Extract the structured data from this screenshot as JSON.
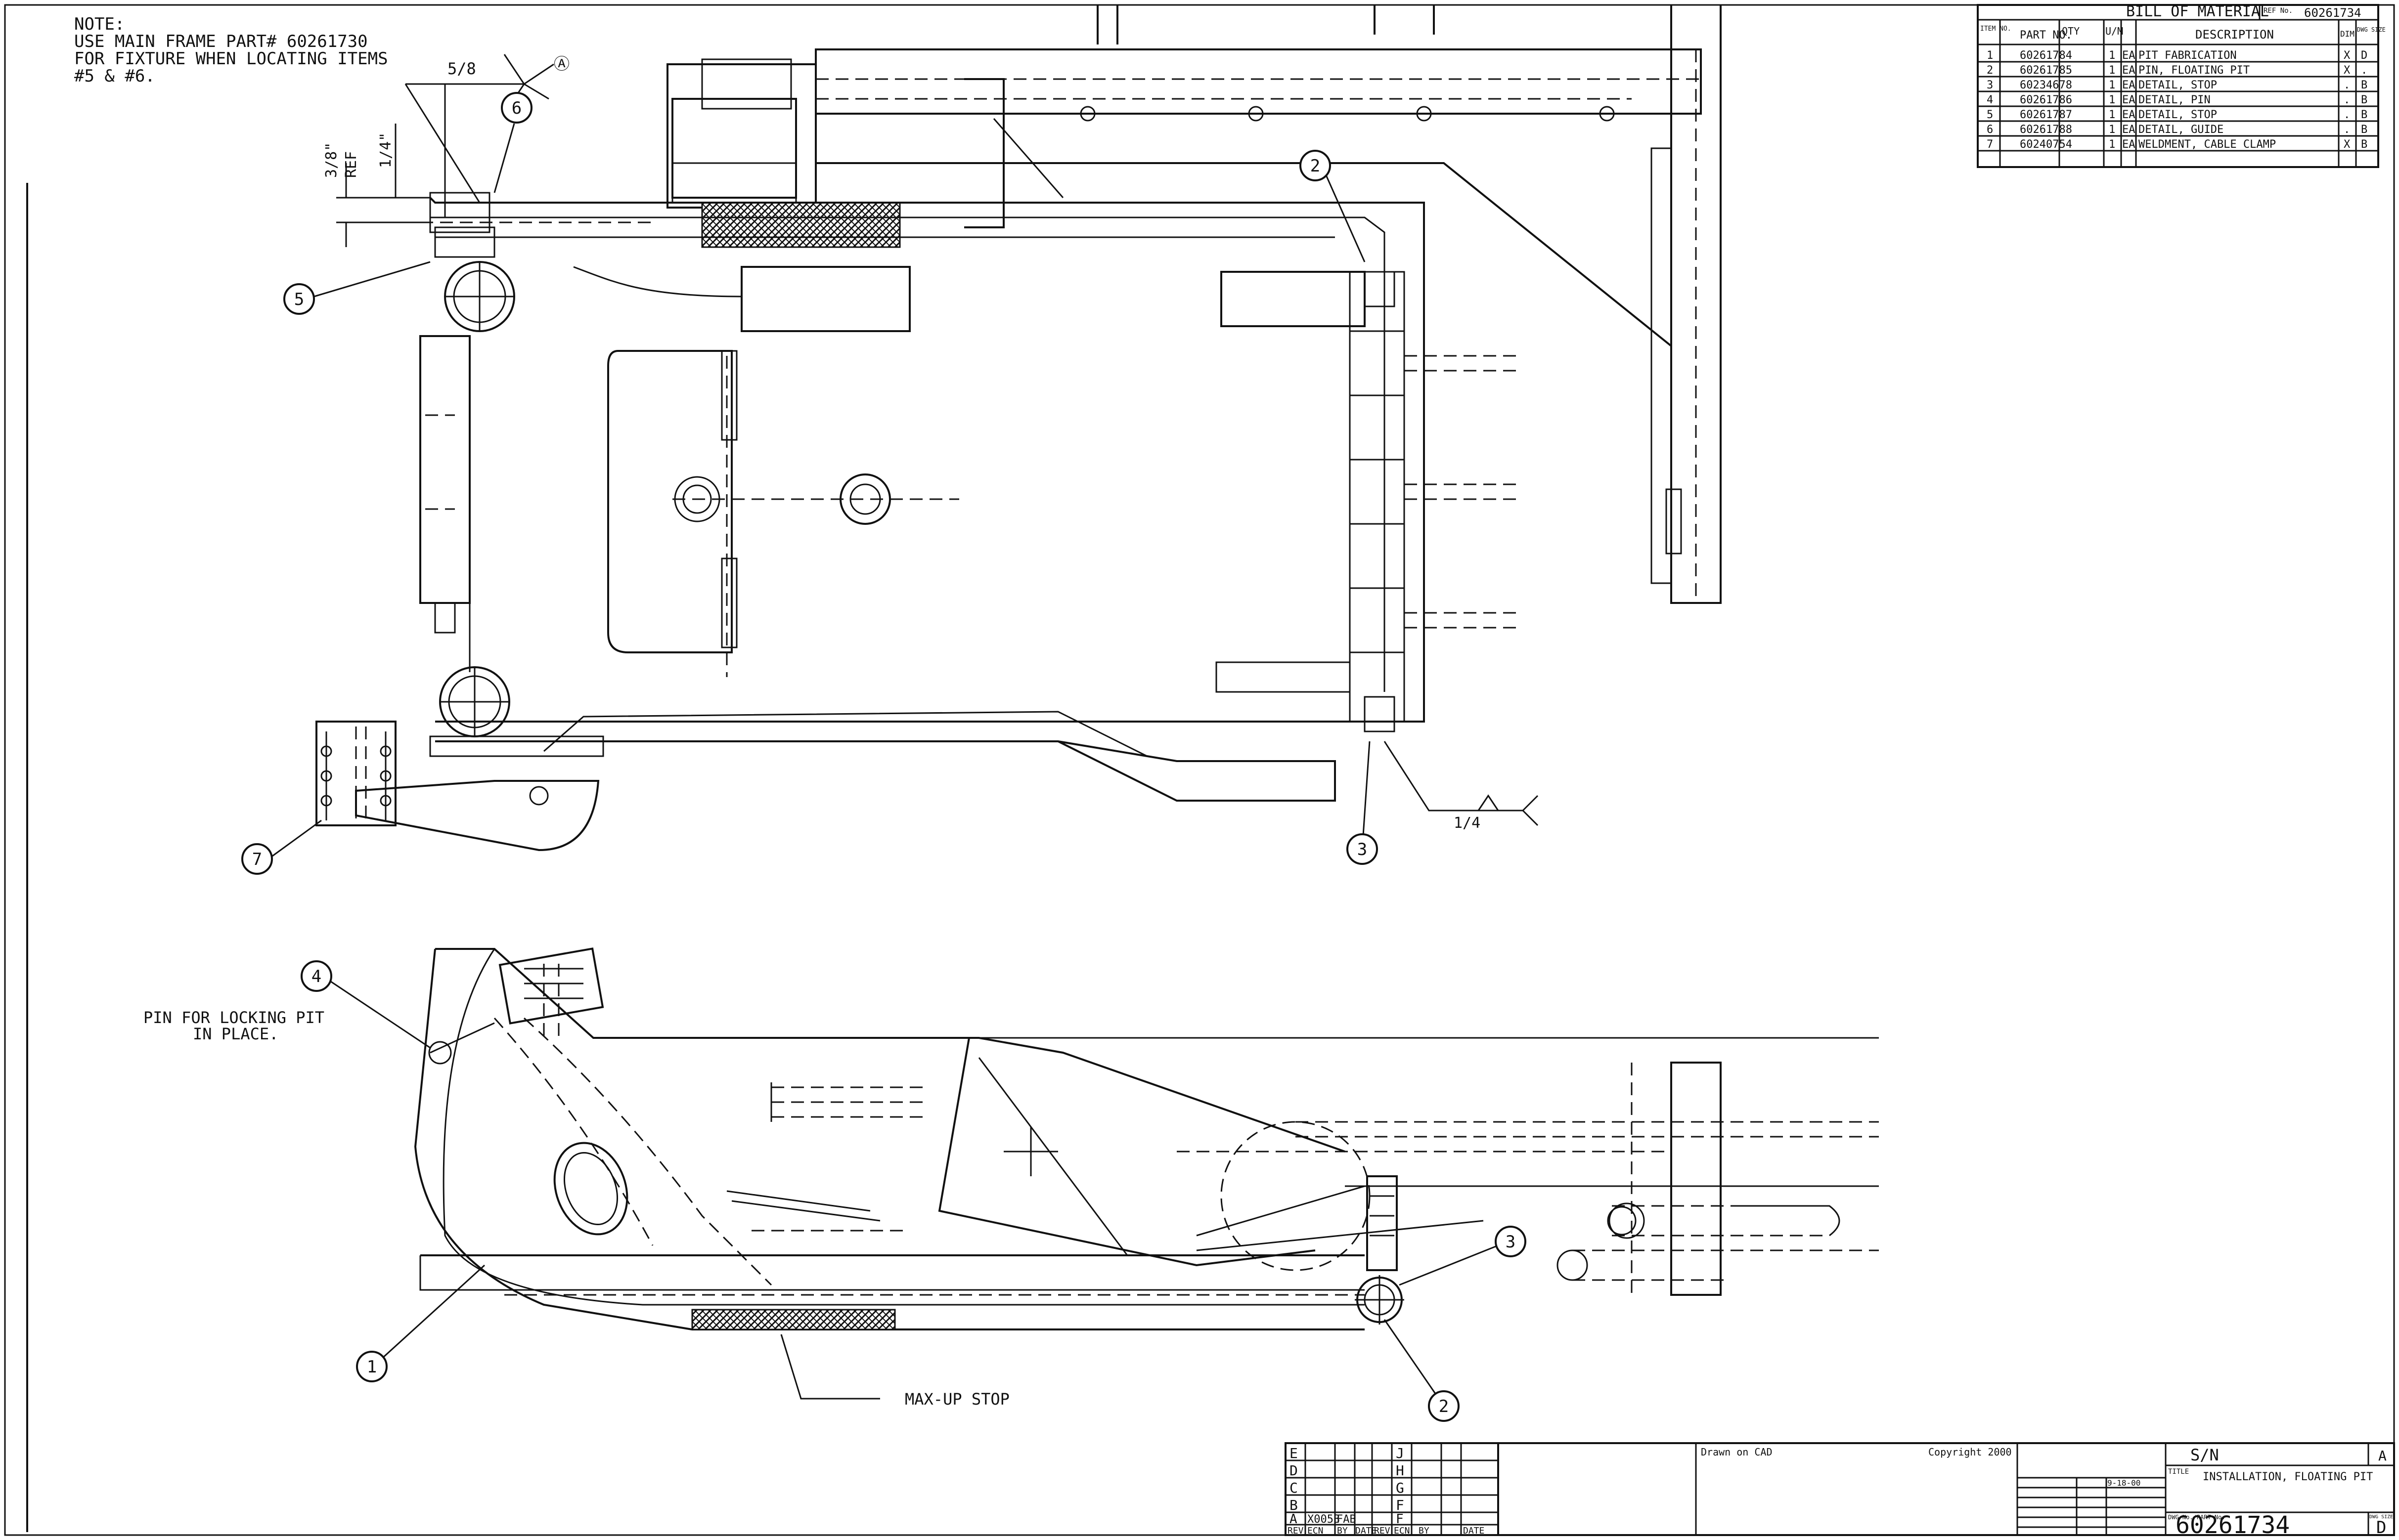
{
  "note": {
    "lines": [
      "NOTE:",
      "USE MAIN FRAME PART# 60261730",
      "FOR FIXTURE WHEN LOCATING ITEMS",
      "#5 & #6."
    ]
  },
  "dimensions": {
    "weld_top": "5/8",
    "weld_top_symbol": "Ⓐ",
    "dim_a": "3/8\"",
    "dim_ref": "REF",
    "dim_b": "1/4\"",
    "weld_bottom": "1/4"
  },
  "callouts": {
    "top_view": [
      "6",
      "5",
      "2",
      "7",
      "3"
    ],
    "side_view": [
      "4",
      "3",
      "1",
      "2"
    ]
  },
  "labels": {
    "pin_note_1": "PIN FOR LOCKING PIT",
    "pin_note_2": "IN PLACE.",
    "max_up_stop": "MAX-UP STOP"
  },
  "bom": {
    "title": "BILL OF MATERIAL",
    "ref_label": "REF No.",
    "ref_number": "60261734",
    "headers": [
      "ITEM NO.",
      "PART NO.",
      "QTY",
      "U/M",
      "DESCRIPTION",
      "DIM",
      "DWG SIZE"
    ],
    "rows": [
      {
        "item": "1",
        "part": "60261784",
        "qty": "1",
        "um": "EA",
        "desc": "PIT FABRICATION",
        "dim": "X",
        "size": "D"
      },
      {
        "item": "2",
        "part": "60261785",
        "qty": "1",
        "um": "EA",
        "desc": "PIN, FLOATING PIT",
        "dim": "X",
        "size": "."
      },
      {
        "item": "3",
        "part": "60234678",
        "qty": "1",
        "um": "EA",
        "desc": "DETAIL, STOP",
        "dim": ".",
        "size": "B"
      },
      {
        "item": "4",
        "part": "60261786",
        "qty": "1",
        "um": "EA",
        "desc": "DETAIL, PIN",
        "dim": ".",
        "size": "B"
      },
      {
        "item": "5",
        "part": "60261787",
        "qty": "1",
        "um": "EA",
        "desc": "DETAIL, STOP",
        "dim": ".",
        "size": "B"
      },
      {
        "item": "6",
        "part": "60261788",
        "qty": "1",
        "um": "EA",
        "desc": "DETAIL, GUIDE",
        "dim": ".",
        "size": "B"
      },
      {
        "item": "7",
        "part": "60240754",
        "qty": "1",
        "um": "EA",
        "desc": "WELDMENT, CABLE CLAMP",
        "dim": "X",
        "size": "B"
      }
    ]
  },
  "revision_block": {
    "letters_left": [
      "E",
      "D",
      "C",
      "B",
      "A"
    ],
    "letters_right": [
      "J",
      "H",
      "G",
      "F",
      "F"
    ],
    "rev_a_ecn": "X0053",
    "rev_a_by": "FAB",
    "footer": [
      "REV",
      "ECN",
      "BY",
      "DATE",
      "REV",
      "ECN",
      "BY",
      "DATE"
    ]
  },
  "title_block": {
    "drawn_on": "Drawn on CAD",
    "copyright": "Copyright 2000",
    "sn_label": "S/N",
    "title_label": "TITLE",
    "title": "INSTALLATION, FLOATING PIT",
    "date": "9-18-00",
    "dwg_label": "DWG No./PART No.",
    "dwg_number": "60261734",
    "size_label": "DWG SIZE",
    "size": "D",
    "sheet": "A"
  }
}
